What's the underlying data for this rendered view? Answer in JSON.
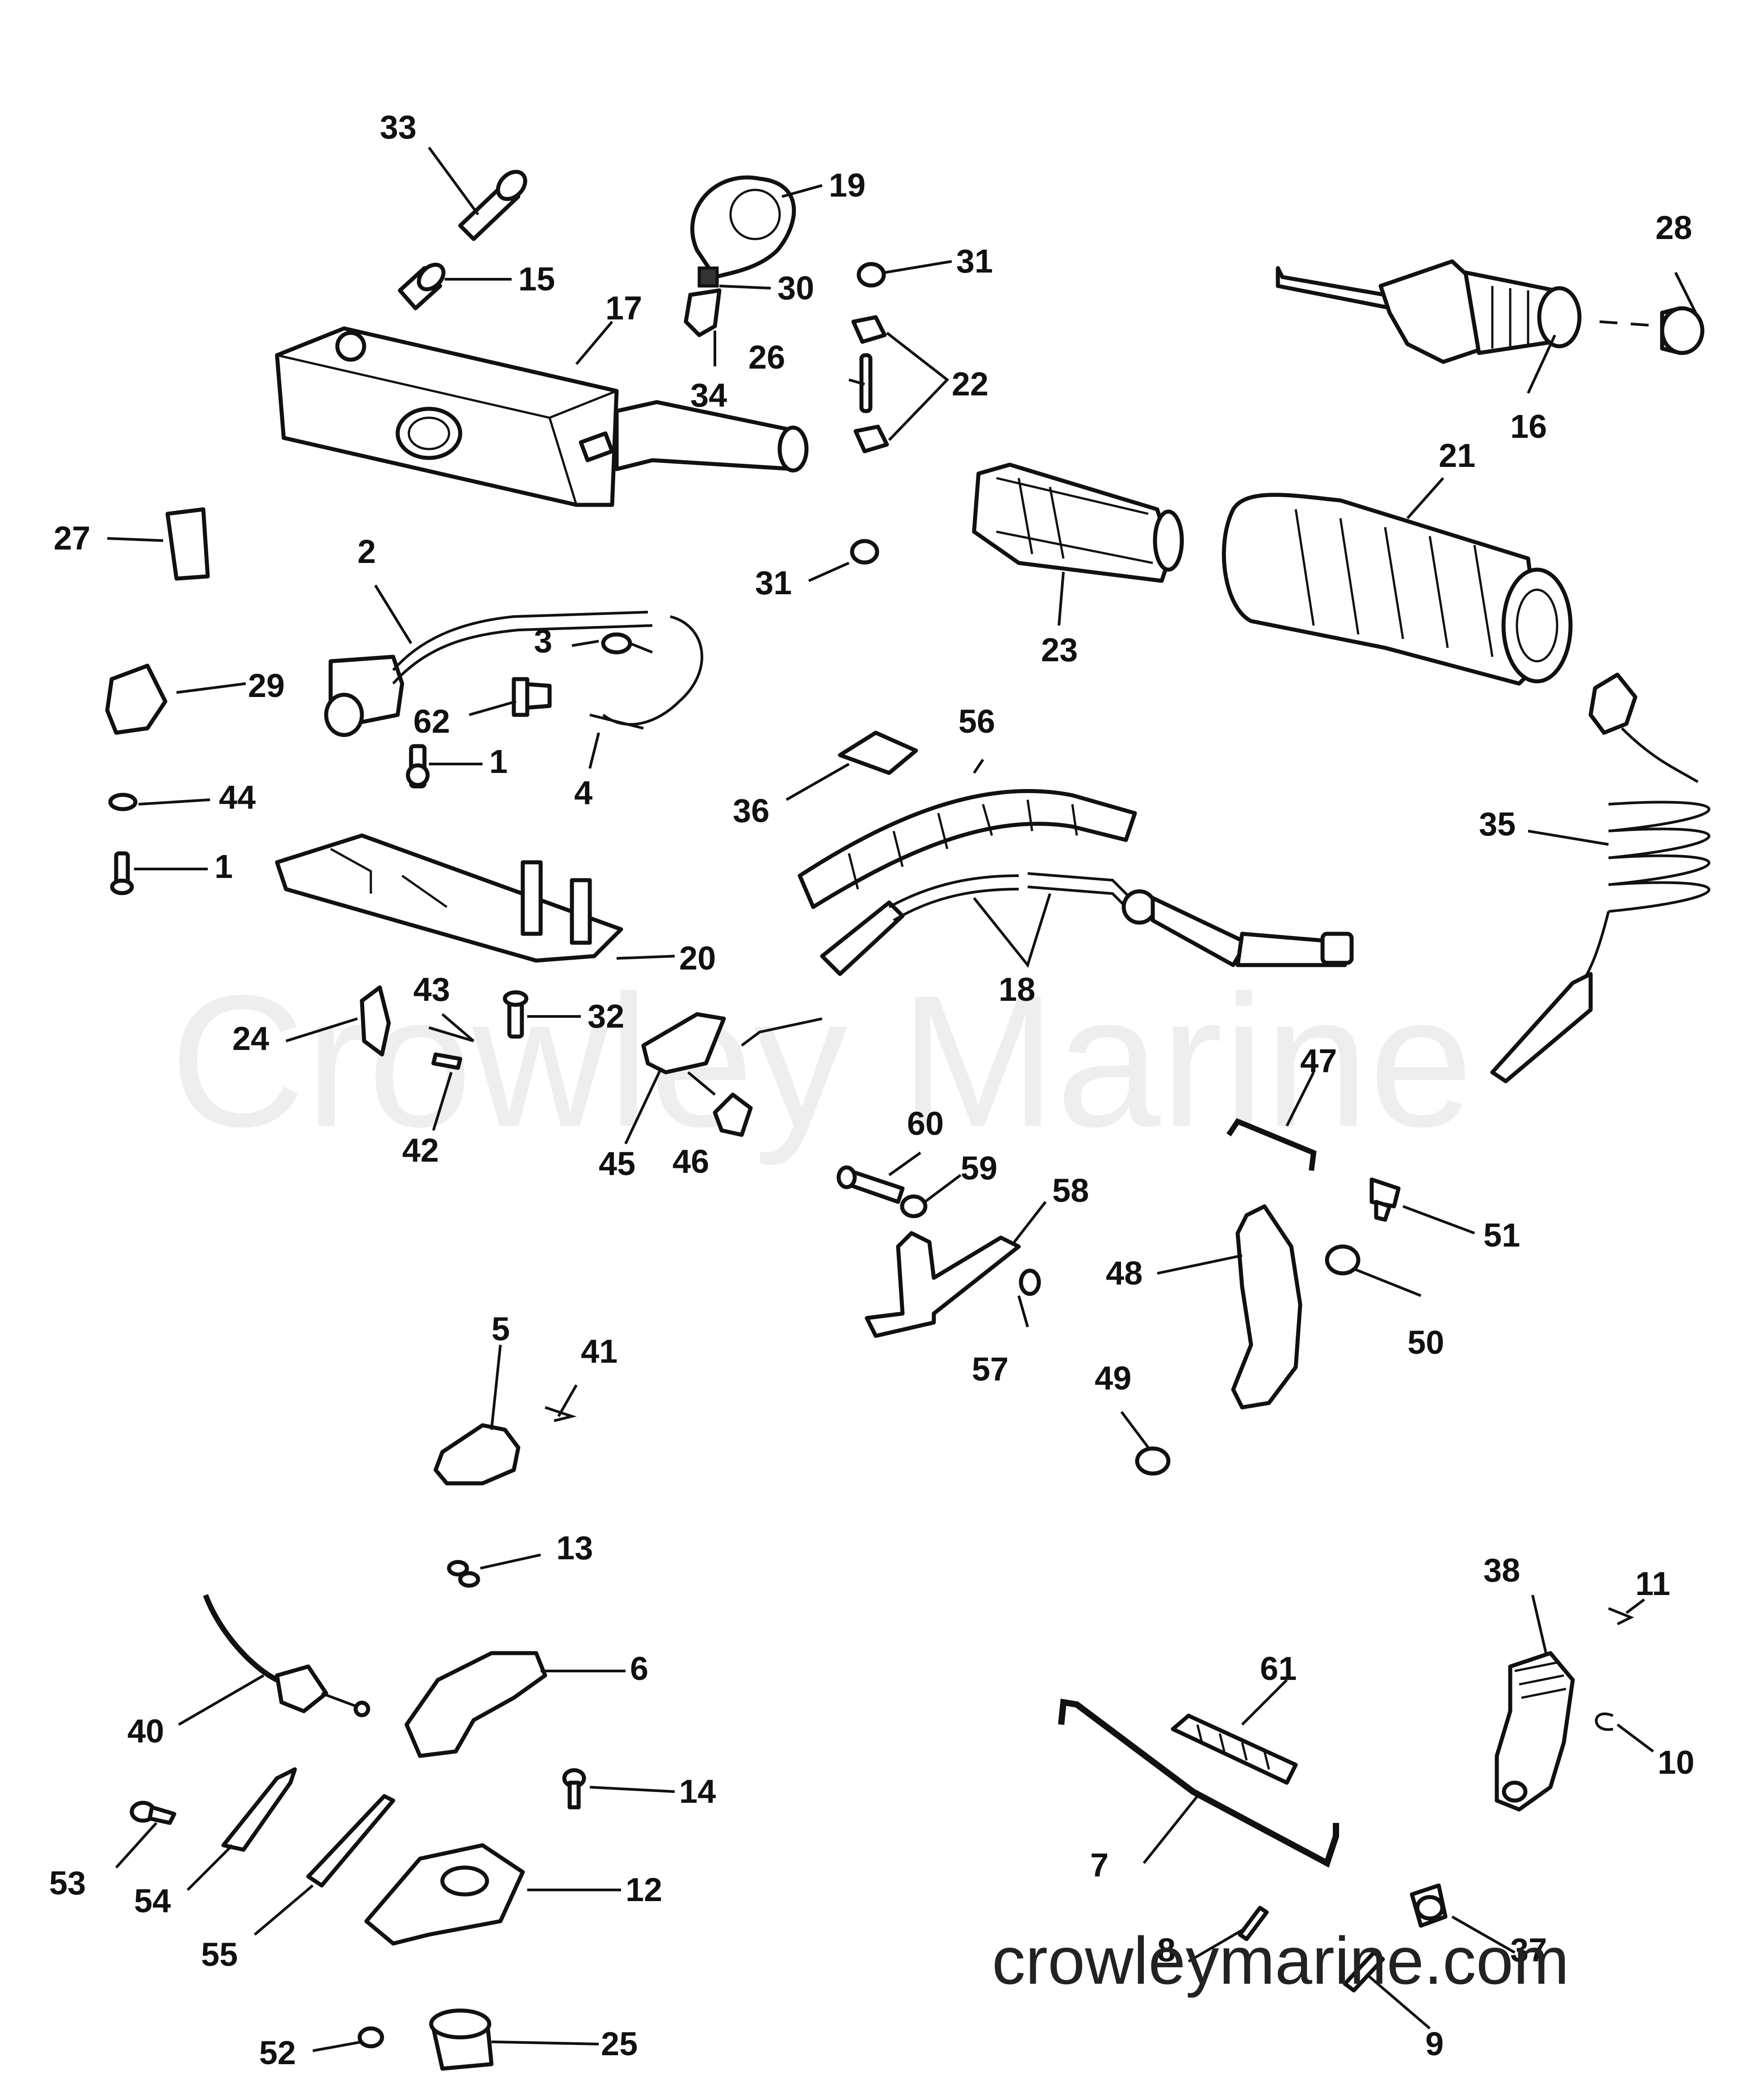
{
  "watermark": "Crowley Marine",
  "site": "crowleymarine.com",
  "callouts": [
    "1",
    "1",
    "2",
    "3",
    "4",
    "5",
    "6",
    "7",
    "8",
    "9",
    "10",
    "11",
    "12",
    "13",
    "14",
    "15",
    "16",
    "17",
    "18",
    "19",
    "20",
    "21",
    "22",
    "23",
    "24",
    "25",
    "26",
    "27",
    "28",
    "29",
    "30",
    "31",
    "31",
    "32",
    "33",
    "34",
    "35",
    "36",
    "37",
    "38",
    "40",
    "41",
    "42",
    "43",
    "44",
    "45",
    "46",
    "47",
    "48",
    "49",
    "50",
    "51",
    "52",
    "53",
    "54",
    "55",
    "56",
    "57",
    "58",
    "59",
    "60",
    "61",
    "62"
  ]
}
